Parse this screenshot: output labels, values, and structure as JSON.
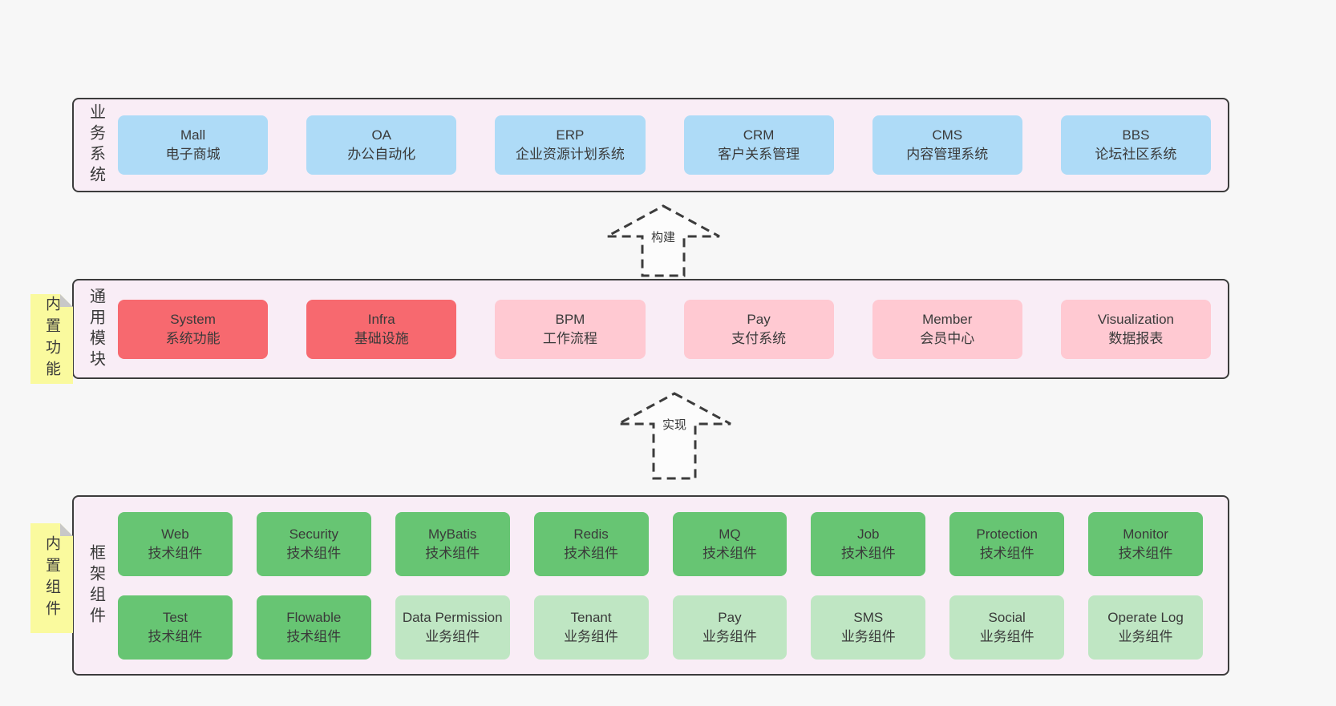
{
  "palette": {
    "page_bg": "#f7f7f7",
    "container_bg": "#f9edf6",
    "container_border": "#3c3c3c",
    "blue_box": "#aedbf7",
    "red_box": "#f7696f",
    "pink_box": "#ffc9d2",
    "green_box": "#67c573",
    "light_green_box": "#bfe6c3",
    "note_bg": "#fafa9e",
    "note_fold": "#c8c8c8",
    "text": "#3a3a3a"
  },
  "arrows": [
    {
      "label": "构建"
    },
    {
      "label": "实现"
    }
  ],
  "sections": [
    {
      "label": "业务系统",
      "boxes": [
        {
          "title": "Mall",
          "subtitle": "电子商城"
        },
        {
          "title": "OA",
          "subtitle": "办公自动化"
        },
        {
          "title": "ERP",
          "subtitle": "企业资源计划系统"
        },
        {
          "title": "CRM",
          "subtitle": "客户关系管理"
        },
        {
          "title": "CMS",
          "subtitle": "内容管理系统"
        },
        {
          "title": "BBS",
          "subtitle": "论坛社区系统"
        }
      ]
    },
    {
      "label": "通用模块",
      "note": "内置功能",
      "boxes": [
        {
          "title": "System",
          "subtitle": "系统功能"
        },
        {
          "title": "Infra",
          "subtitle": "基础设施"
        },
        {
          "title": "BPM",
          "subtitle": "工作流程"
        },
        {
          "title": "Pay",
          "subtitle": "支付系统"
        },
        {
          "title": "Member",
          "subtitle": "会员中心"
        },
        {
          "title": "Visualization",
          "subtitle": "数据报表"
        }
      ]
    },
    {
      "label": "框架组件",
      "note": "内置组件",
      "boxes": [
        {
          "title": "Web",
          "subtitle": "技术组件"
        },
        {
          "title": "Security",
          "subtitle": "技术组件"
        },
        {
          "title": "MyBatis",
          "subtitle": "技术组件"
        },
        {
          "title": "Redis",
          "subtitle": "技术组件"
        },
        {
          "title": "MQ",
          "subtitle": "技术组件"
        },
        {
          "title": "Job",
          "subtitle": "技术组件"
        },
        {
          "title": "Protection",
          "subtitle": "技术组件"
        },
        {
          "title": "Monitor",
          "subtitle": "技术组件"
        },
        {
          "title": "Test",
          "subtitle": "技术组件"
        },
        {
          "title": "Flowable",
          "subtitle": "技术组件"
        },
        {
          "title": "Data Permission",
          "subtitle": "业务组件"
        },
        {
          "title": "Tenant",
          "subtitle": "业务组件"
        },
        {
          "title": "Pay",
          "subtitle": "业务组件"
        },
        {
          "title": "SMS",
          "subtitle": "业务组件"
        },
        {
          "title": "Social",
          "subtitle": "业务组件"
        },
        {
          "title": "Operate Log",
          "subtitle": "业务组件"
        }
      ]
    }
  ]
}
